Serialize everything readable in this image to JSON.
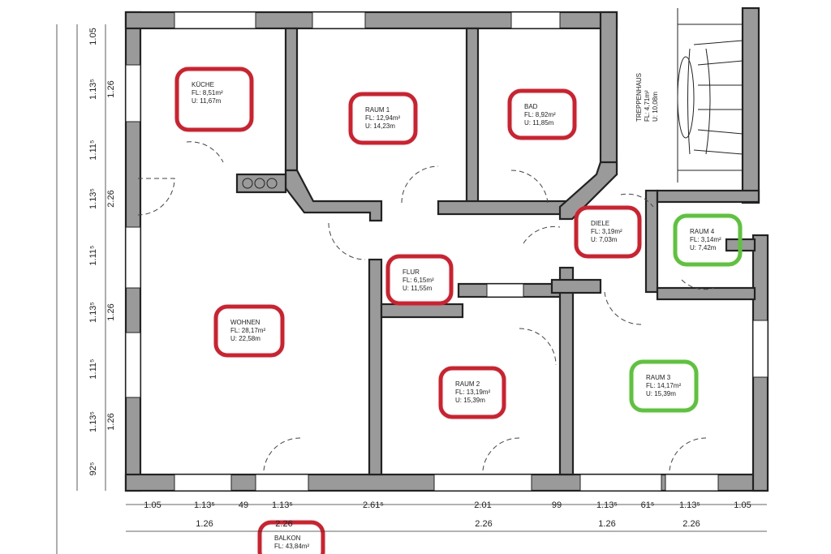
{
  "rooms": [
    {
      "id": "kueche",
      "name": "KÜCHE",
      "fl": "FL: 8,51m²",
      "u": "U: 11,67m",
      "highlight": "#d0202e"
    },
    {
      "id": "raum1",
      "name": "RAUM 1",
      "fl": "FL: 12,94m²",
      "u": "U: 14,23m",
      "highlight": "#d0202e"
    },
    {
      "id": "bad",
      "name": "BAD",
      "fl": "FL: 8,92m²",
      "u": "U: 11,85m",
      "highlight": "#d0202e"
    },
    {
      "id": "treppenhaus",
      "name": "TREPPENHAUS",
      "fl": "FL: 4,71m²",
      "u": "U: 10,08m",
      "highlight": ""
    },
    {
      "id": "diele",
      "name": "DIELE",
      "fl": "FL: 3,19m²",
      "u": "U: 7,03m",
      "highlight": "#d0202e"
    },
    {
      "id": "raum4",
      "name": "RAUM 4",
      "fl": "FL: 3,14m²",
      "u": "U: 7,42m",
      "highlight": "#5cc43a"
    },
    {
      "id": "flur",
      "name": "FLUR",
      "fl": "FL: 6,15m²",
      "u": "U: 11,55m",
      "highlight": "#d0202e"
    },
    {
      "id": "wohnen",
      "name": "WOHNEN",
      "fl": "FL: 28,17m²",
      "u": "U: 22,58m",
      "highlight": "#d0202e"
    },
    {
      "id": "raum2",
      "name": "RAUM 2",
      "fl": "FL: 13,19m²",
      "u": "U: 15,39m",
      "highlight": "#d0202e"
    },
    {
      "id": "raum3",
      "name": "RAUM 3",
      "fl": "FL: 14,17m²",
      "u": "U: 15,39m",
      "highlight": "#5cc43a"
    },
    {
      "id": "balkon",
      "name": "BALKON",
      "fl": "FL: 43,84m²",
      "u": "",
      "highlight": "#d0202e"
    }
  ],
  "dims_left": [
    "1.05",
    "1.13⁵",
    "1.26",
    "1.11⁵",
    "1.13⁵",
    "2.26",
    "1.11⁵",
    "1.13⁵",
    "1.26",
    "1.11⁵",
    "1.13⁵",
    "1.26",
    "92⁵"
  ],
  "dims_bottom_top": [
    "1.05",
    "1.13⁵",
    "49",
    "1.13⁵",
    "2.61⁵",
    "2.01",
    "99",
    "1.13⁵",
    "61⁵",
    "1.13⁵",
    "1.05"
  ],
  "dims_bottom_bottom": [
    "1.26",
    "2.26",
    "2.26",
    "1.26",
    "2.26"
  ],
  "colors": {
    "red": "#d0202e",
    "green": "#5cc43a",
    "wall": "#9a9a9a"
  }
}
